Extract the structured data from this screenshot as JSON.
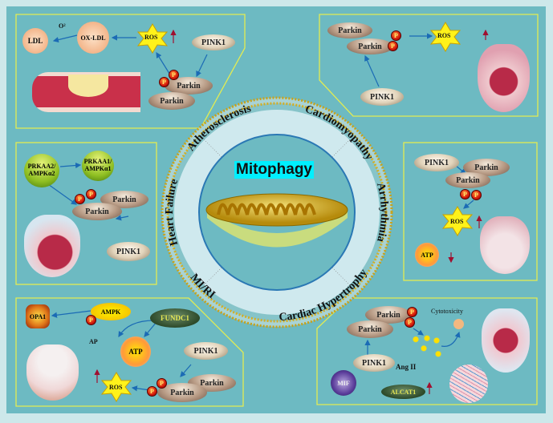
{
  "center": {
    "title": "Mitophagy",
    "ring_labels": [
      "Atherosclerosis",
      "Cardiomyopathy",
      "Arrhythmia",
      "Cardiac Hypertrophy",
      "MI/RI",
      "Heart Failure"
    ]
  },
  "atherosclerosis": {
    "ldl": "LDL",
    "o2": "O²",
    "oxldl": "OX-LDL",
    "ros": "ROS",
    "pink1": "PINK1",
    "parkin1": "Parkin",
    "parkin2": "Parkin",
    "p": "P"
  },
  "cardiomyopathy": {
    "parkin1": "Parkin",
    "parkin2": "Parkin",
    "ros": "ROS",
    "pink1": "PINK1",
    "p": "P"
  },
  "heart_failure": {
    "prkaa2": "PRKAA2/ AMPKα2",
    "prkaa1": "PRKAA1/ AMPKα1",
    "parkin1": "Parkin",
    "parkin2": "Parkin",
    "pink1": "PINK1",
    "p": "P"
  },
  "arrhythmia": {
    "pink1": "PINK1",
    "parkin1": "Parkin",
    "parkin2": "Parkin",
    "ros": "ROS",
    "atp": "ATP",
    "p": "P"
  },
  "miri": {
    "opa1": "OPA1",
    "ampk": "AMPK",
    "fundc1": "FUNDC1",
    "ap": "AP",
    "atp": "ATP",
    "pink1": "PINK1",
    "parkin1": "Parkin",
    "parkin2": "Parkin",
    "ros": "ROS",
    "p": "P"
  },
  "hypertrophy": {
    "parkin1": "Parkin",
    "parkin2": "Parkin",
    "cytotoxicity": "Cytotoxicity",
    "pink1": "PINK1",
    "angii": "Ang II",
    "mif": "MIF",
    "alcat1": "ALCAT1",
    "p": "P"
  },
  "colors": {
    "panel_border": "#e6ee55",
    "teal": "#6dbac2",
    "ring": "#cfe9ee",
    "title_bg": "#00f0ff"
  }
}
